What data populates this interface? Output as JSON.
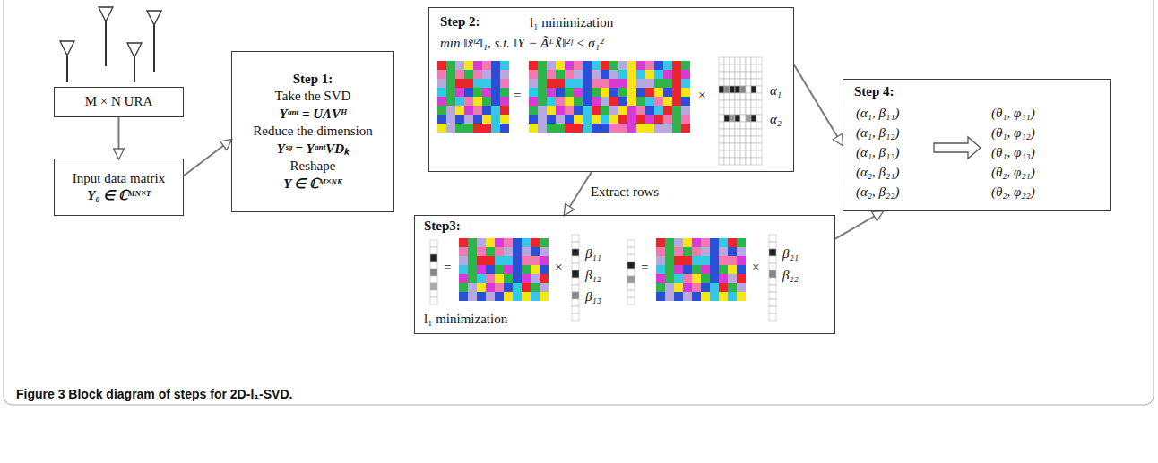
{
  "diagram": {
    "caption": "Figure 3 Block diagram of steps for 2D-l₁-SVD.",
    "nodes": [
      {
        "text": [
          "M × N URA"
        ]
      },
      {
        "text": [
          "Input data matrix",
          "Y₀ ∈ ℂᴹᴺ˟ᵀ"
        ]
      },
      {
        "text": [
          "Step 1:",
          "Take the SVD",
          "Yᵃⁿᵗ = UΛVᴴ",
          "Reduce the dimension",
          "Yˢᵍ = YᵃⁿᵗVDₖ",
          "Reshape",
          "Y ∈ ℂᴹ˟ᴺᴷ"
        ]
      },
      {
        "text": [
          "Step 2:",
          "l₁ minimization",
          "min ‖x̃ˡ²‖₁, s.t. ‖Y − ÃᴸX̃‖²ᶠ < σ₁²",
          "=",
          "×",
          "α₁",
          "α₂"
        ]
      },
      {
        "text": [
          "Step3:",
          "=",
          "×",
          "β₁₁",
          "β₁₂",
          "β₁₃",
          "=",
          "×",
          "β₂₁",
          "β₂₂",
          "l₁ minimization"
        ]
      },
      {
        "text": [
          "Step 4:",
          "(α₁, β₁₁)",
          "(α₁, β₁₂)",
          "(α₁, β₁₃)",
          "(α₂, β₂₁)",
          "(α₂, β₂₂)",
          "(θ₁, φ₁₁)",
          "(θ₁, φ₁₂)",
          "(θ₁, φ₁₃)",
          "(θ₂, φ₂₁)",
          "(θ₂, φ₂₂)"
        ]
      }
    ],
    "edges": [
      {
        "from": 0,
        "to": 1,
        "arrow": "to"
      },
      {
        "from": 1,
        "to": 2,
        "arrow": "to"
      },
      {
        "from": 3,
        "to": 4,
        "label": "Extract rows",
        "arrow": "to"
      },
      {
        "from": 3,
        "to": 5,
        "arrow": "to"
      },
      {
        "from": 4,
        "to": 5,
        "arrow": "to"
      }
    ]
  }
}
